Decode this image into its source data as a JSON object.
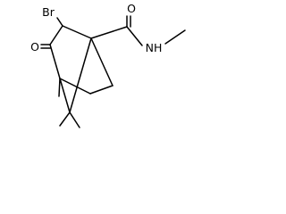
{
  "molecule": {
    "atom_labels": {
      "bromine": "Br",
      "ketone_oxygen": "O",
      "amide_oxygen": "O",
      "amide_nitrogen_hydrogen": "NH"
    }
  },
  "colors": {
    "background": "#ffffff",
    "ink": "#000000"
  }
}
